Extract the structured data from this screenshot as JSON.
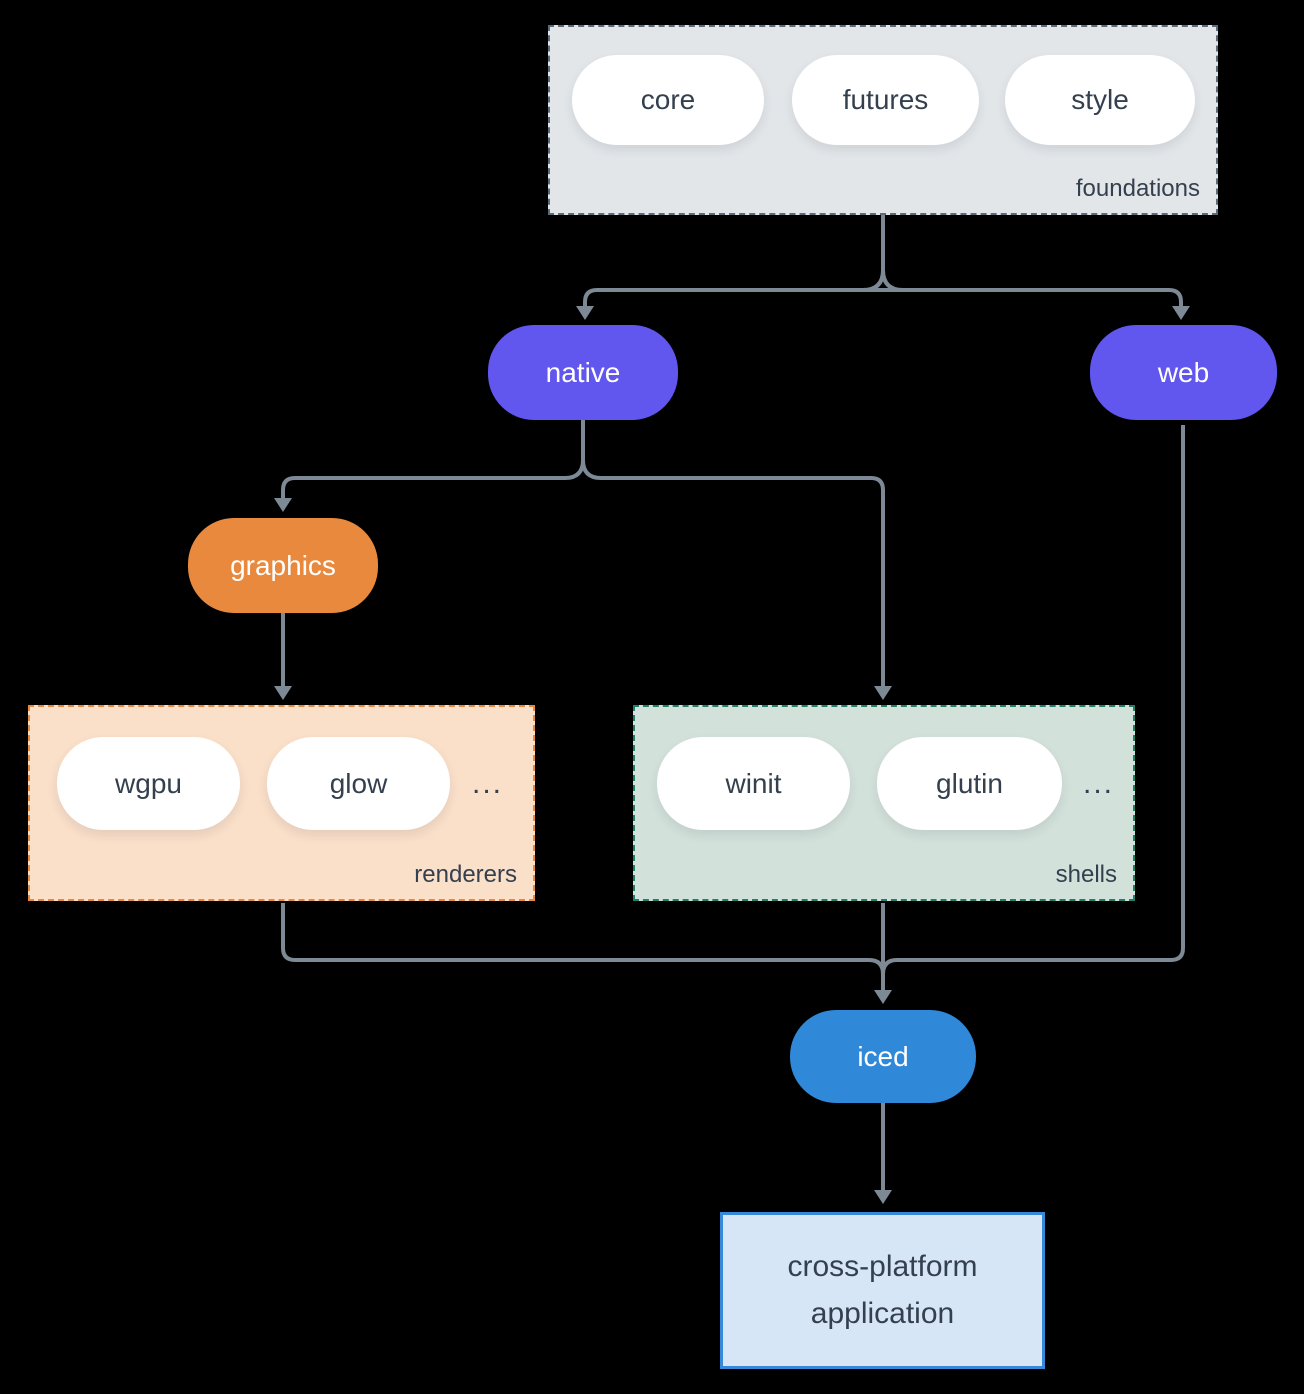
{
  "colors": {
    "background": "#000000",
    "connector": "#7d8995",
    "foundations_bg": "#e2e6e9",
    "foundations_border": "#5b6b7a",
    "purple_accent": "#6156ee",
    "orange_accent": "#e8893e",
    "renderers_bg": "#fadfc9",
    "shells_bg": "#d3e1db",
    "shells_border": "#20806c",
    "iced_blue": "#2f88d8",
    "app_bg": "#d7e6f7",
    "app_border": "#3788d8",
    "text_dark": "#35404e"
  },
  "foundations": {
    "label": "foundations",
    "pills": [
      "core",
      "futures",
      "style"
    ]
  },
  "native": {
    "label": "native"
  },
  "web": {
    "label": "web"
  },
  "graphics": {
    "label": "graphics"
  },
  "renderers": {
    "label": "renderers",
    "pills": [
      "wgpu",
      "glow"
    ],
    "ellipsis": "..."
  },
  "shells": {
    "label": "shells",
    "pills": [
      "winit",
      "glutin"
    ],
    "ellipsis": "..."
  },
  "iced": {
    "label": "iced"
  },
  "app": {
    "label": "cross-platform application"
  }
}
